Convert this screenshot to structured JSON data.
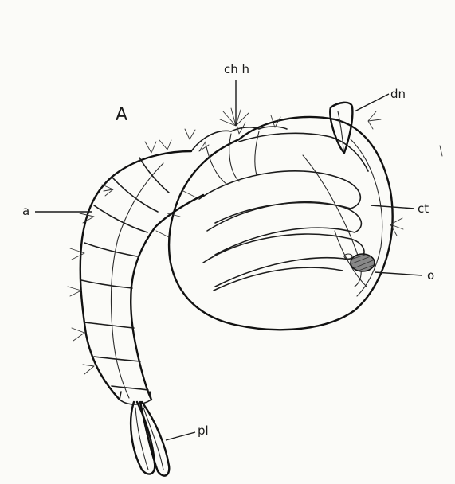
{
  "figure": {
    "panel_letter": "A",
    "labels": {
      "chh": "ch h",
      "dn": "dn",
      "a": "a",
      "ct": "ct",
      "o": "o",
      "pl": "pl"
    }
  }
}
